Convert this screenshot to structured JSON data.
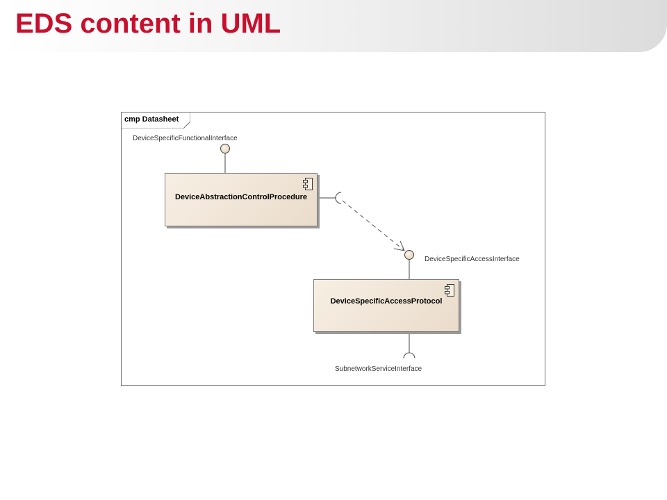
{
  "slide": {
    "title": "EDS content in UML"
  },
  "diagram": {
    "frame_label": "cmp Datasheet",
    "components": [
      {
        "name": "DeviceAbstractionControlProcedure"
      },
      {
        "name": "DeviceSpecificAccessProtocol"
      }
    ],
    "interfaces": {
      "functional": "DeviceSpecificFunctionalInterface",
      "access": "DeviceSpecificAccessInterface",
      "subnetwork": "SubnetworkServiceInterface"
    }
  },
  "colors": {
    "title_red": "#c8102e",
    "component_fill": "#eadccb",
    "lollipop_fill": "#f3e6d3"
  }
}
